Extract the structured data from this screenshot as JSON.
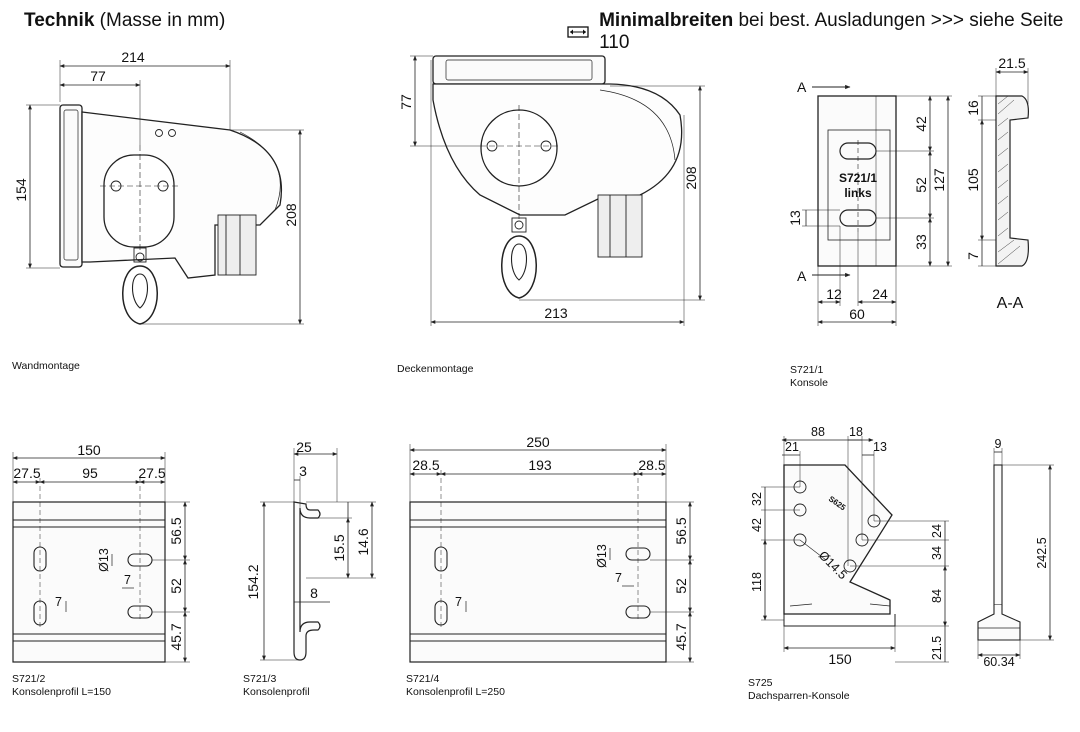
{
  "header": {
    "title_bold": "Technik",
    "title_rest": "(Masse in mm)",
    "min_bold": "Minimalbreiten",
    "min_rest": "bei best. Ausladungen >>> siehe Seite 110",
    "icon": "width-arrows-icon"
  },
  "captions": {
    "wall": "Wandmontage",
    "ceiling": "Deckenmontage",
    "s7211_code": "S721/1",
    "s7211_name": "Konsole",
    "s7212_code": "S721/2",
    "s7212_name": "Konsolenprofil L=150",
    "s7213_code": "S721/3",
    "s7213_name": "Konsolenprofil",
    "s7214_code": "S721/4",
    "s7214_name": "Konsolenprofil L=250",
    "s725_code": "S725",
    "s725_name": "Dachsparren-Konsole"
  },
  "dims": {
    "wall": {
      "width": "214",
      "offset": "77",
      "height_left": "154",
      "height_right": "208"
    },
    "ceiling": {
      "top": "77",
      "height": "208",
      "width": "213"
    },
    "s7211": {
      "section_a": "A",
      "plate_label_1": "S721/1",
      "plate_label_2": "links",
      "d42": "42",
      "d52": "52",
      "d33": "33",
      "d127": "127",
      "d13": "13",
      "d12": "12",
      "d24": "24",
      "d60": "60",
      "s_21_5": "21.5",
      "s_16": "16",
      "s_105": "105",
      "s_7": "7",
      "section": "A-A"
    },
    "s7212": {
      "total": "150",
      "left": "27.5",
      "mid": "95",
      "right": "27.5",
      "h56": "56.5",
      "h52": "52",
      "h45": "45.7",
      "hole": "13",
      "slot": "7",
      "gap": "7"
    },
    "s7213": {
      "w25": "25",
      "w3": "3",
      "h154": "154.2",
      "h15": "15.5",
      "h14": "14.6",
      "w8": "8"
    },
    "s7214": {
      "total": "250",
      "left": "28.5",
      "mid": "193",
      "right": "28.5",
      "h56": "56.5",
      "h52": "52",
      "h45": "45.7",
      "hole": "13",
      "slot": "7",
      "gap": "7"
    },
    "s725": {
      "d88": "88",
      "d18": "18",
      "d21": "21",
      "d13": "13",
      "d32": "32",
      "d42": "42",
      "d118": "118",
      "d24": "24",
      "d34": "34",
      "d84": "84",
      "d21_5": "21.5",
      "d150": "150",
      "d14_5": "14.5",
      "label": "S625",
      "side_w": "9",
      "side_h": "242.5",
      "side_base": "60.34"
    }
  }
}
